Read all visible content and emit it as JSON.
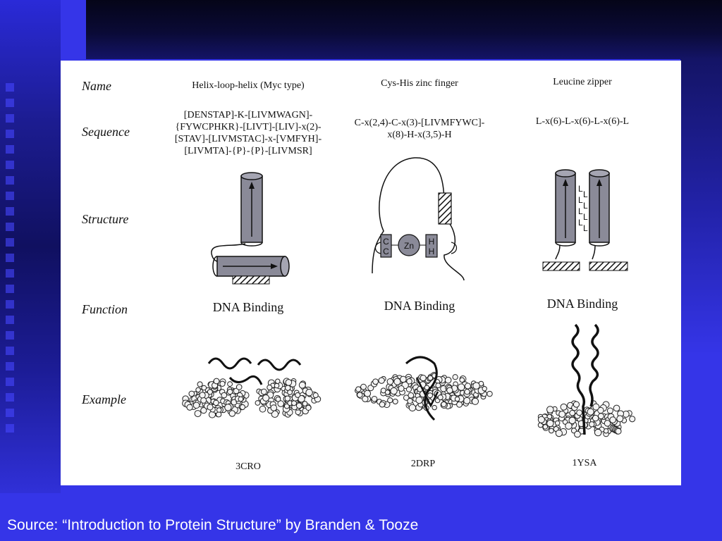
{
  "row_labels": {
    "name": "Name",
    "sequence": "Sequence",
    "structure": "Structure",
    "function": "Function",
    "example": "Example"
  },
  "columns": [
    {
      "name": "Helix-loop-helix (Myc type)",
      "sequence": [
        "[DENSTAP]-K-[LIVMWAGN]-",
        "{FYWCPHKR}-[LIVT]-[LIV]-x(2)-",
        "[STAV]-[LIVMSTAC]-x-[VMFYH]-",
        "[LIVMTA]-{P}-{P}-[LIVMSR]"
      ],
      "function": "DNA Binding",
      "example": "3CRO"
    },
    {
      "name": "Cys-His zinc finger",
      "sequence": [
        "C-x(2,4)-C-x(3)-[LIVMFYWC]-",
        "x(8)-H-x(3,5)-H"
      ],
      "function": "DNA Binding",
      "example": "2DRP",
      "structure_labels": {
        "c": "C",
        "zn": "Zn",
        "h": "H"
      }
    },
    {
      "name": "Leucine zipper",
      "sequence": [
        "L-x(6)-L-x(6)-L-x(6)-L"
      ],
      "function": "DNA Binding",
      "example": "1YSA",
      "structure_labels": {
        "l": "L"
      }
    }
  ],
  "source": "Source:  “Introduction to Protein Structure” by Branden & Tooze",
  "colors": {
    "background": "#3535e8",
    "panel": "#ffffff",
    "cylinder": "#8a8a98"
  }
}
